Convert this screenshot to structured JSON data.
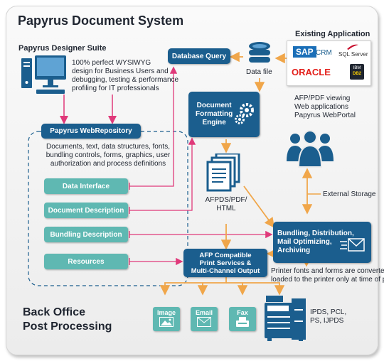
{
  "title": "Papyrus Document System",
  "designer": {
    "heading": "Papyrus Designer Suite",
    "desc_lines": [
      "100% perfect WYSIWYG",
      "design for Business Users and",
      "debugging, testing & performance",
      "profiling  for IT professionals"
    ]
  },
  "existing": {
    "heading": "Existing Application",
    "logos": {
      "sap": "SAP",
      "crm": "CRM",
      "sql": "SQL Server",
      "oracle": "ORACLE",
      "ibm": "IBM",
      "db2": "DB2"
    }
  },
  "database_query": "Database Query",
  "data_file": "Data file",
  "engine": {
    "lines": [
      "Document",
      "Formatting",
      "Engine"
    ]
  },
  "viewing": {
    "lines": [
      "AFP/PDF viewing",
      "Web applications",
      "Papyrus WebPortal"
    ]
  },
  "repository": {
    "label": "Papyrus WebRepository",
    "desc_lines": [
      "Documents, text, data structures, fonts,",
      "bundling controls, forms, graphics, user",
      "authorization and process definitions"
    ]
  },
  "modules": [
    "Data Interface",
    "Document Description",
    "Bundling Description",
    "Resources"
  ],
  "afp_output": {
    "lines": [
      "AFPDS/PDF/",
      "HTML"
    ]
  },
  "external_storage": "External Storage",
  "bundling": {
    "lines": [
      "Bundling, Distribution,",
      "Mail Optimizing,",
      "Archiving"
    ]
  },
  "afp_compatible": {
    "lines": [
      "AFP Compatible",
      "Print Services &",
      "Multi-Channel Output"
    ]
  },
  "printer_note": {
    "lines": [
      "Printer fonts and forms are converted and",
      "loaded to the printer only at time of print"
    ]
  },
  "back_office": {
    "lines": [
      "Back Office",
      "Post Processing"
    ]
  },
  "outputs": [
    "Image",
    "Email",
    "Fax"
  ],
  "print_formats": {
    "lines": [
      "IPDS, PCL,",
      "PS, IJPDS"
    ]
  },
  "colors": {
    "dark_blue": "#1b5e8e",
    "teal": "#5fb8b2",
    "pink": "#e0397a",
    "orange": "#f0a64a"
  }
}
